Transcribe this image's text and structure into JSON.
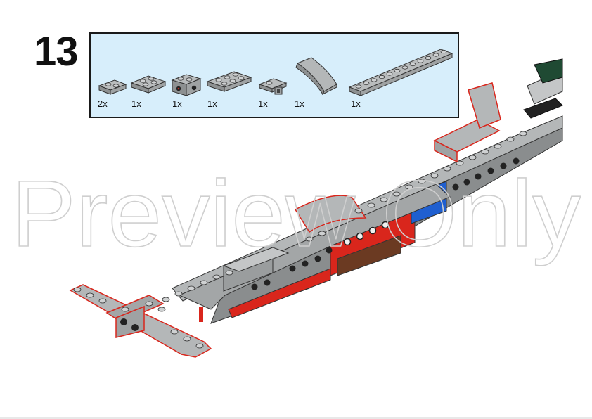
{
  "step": {
    "number": "13"
  },
  "parts": [
    {
      "qty": "2x",
      "icon": "plate-1x2-icon"
    },
    {
      "qty": "1x",
      "icon": "plate-2x2-icon"
    },
    {
      "qty": "1x",
      "icon": "brick-1x2-holes-icon"
    },
    {
      "qty": "1x",
      "icon": "plate-2x3-icon"
    },
    {
      "qty": "1x",
      "icon": "plate-clip-icon"
    },
    {
      "qty": "1x",
      "icon": "curved-slope-icon"
    },
    {
      "qty": "1x",
      "icon": "plate-1x12-icon"
    }
  ],
  "watermark": {
    "text": "Preview Only"
  },
  "colors": {
    "panel": "#d7eefb",
    "grey": "#a9acad",
    "red": "#d9261c",
    "blue": "#1f5fd0",
    "green": "#1f4a33"
  }
}
